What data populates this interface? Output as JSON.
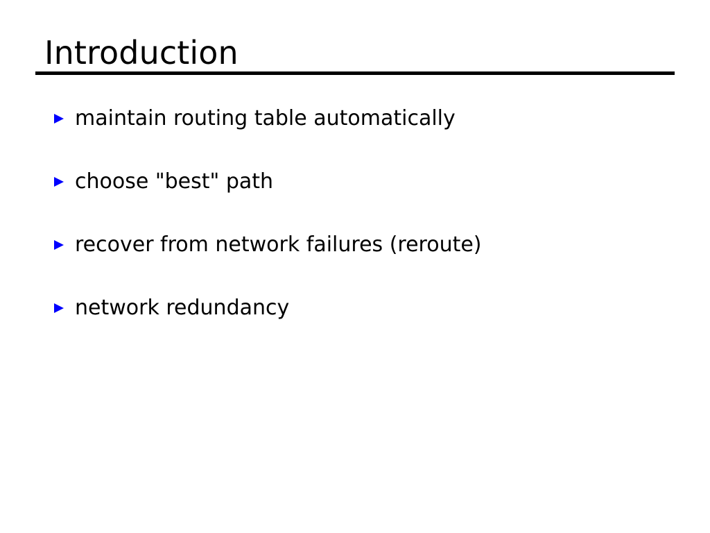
{
  "slide": {
    "title": "Introduction",
    "background_color": "#ffffff",
    "text_color": "#000000",
    "rule_color": "#000000",
    "bullet_color": "#0000ff",
    "bullet_glyph": "triangle-right",
    "bullets": [
      {
        "text": "maintain routing table automatically"
      },
      {
        "text": "choose \"best\" path"
      },
      {
        "text": "recover from network failures (reroute)"
      },
      {
        "text": "network redundancy"
      }
    ]
  }
}
